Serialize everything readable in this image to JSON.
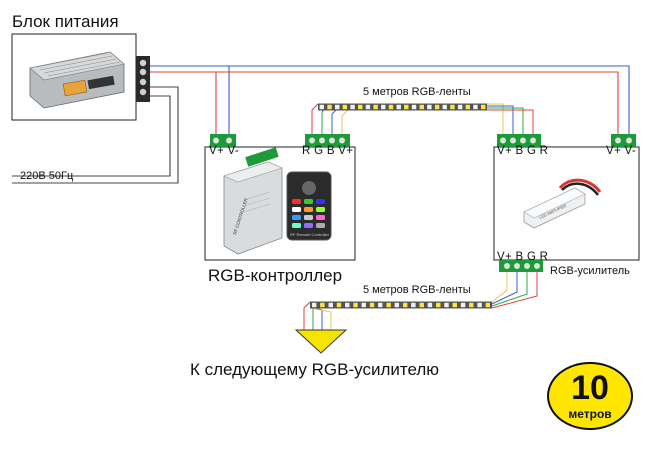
{
  "labels": {
    "psu_title": "Блок питания",
    "ac_input": "220В 50Гц",
    "strip_top": "5 метров RGB-ленты",
    "strip_bottom": "5 метров RGB-ленты",
    "controller_title": "RGB-контроллер",
    "amplifier_title": "RGB-усилитель",
    "next_amplifier": "К следующему RGB-усилителю",
    "controller_power_terminals": "V+ V-",
    "controller_rgb_terminals": "R G B V+",
    "amp_input_terminals": "V+ B G R",
    "amp_power_terminals": "V+ V-",
    "amp_output_terminals": "V+ B G R"
  },
  "badge": {
    "number": "10",
    "unit": "метров",
    "color": "#ffe600"
  },
  "device_labels": {
    "controller_body": "RF CONTROLLER",
    "remote_body": "RF Remote Controller",
    "amplifier_body": "LED AMPLIFIER"
  },
  "colors": {
    "wire_red": "#e0403c",
    "wire_blue": "#3a5fd0",
    "wire_green": "#2fa84a",
    "wire_yellow": "#e6c84a",
    "wire_gray": "#777777",
    "terminal_green": "#1f9a3a",
    "strip_pcb": "#555555",
    "led_yellow": "#ffe14a",
    "arrow_yellow": "#f6e400"
  }
}
